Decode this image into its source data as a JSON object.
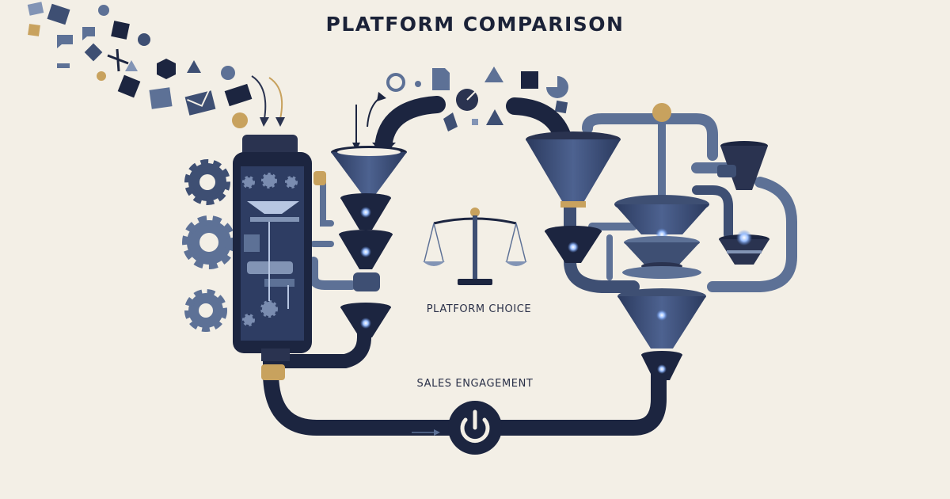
{
  "header": {
    "title": "PLATFORM COMPARISON"
  },
  "labels": {
    "platform_choice": "PLATFORM CHOICE",
    "sales_engagement": "SALES ENGAGEMENT"
  },
  "colors": {
    "background": "#f3efe6",
    "navy": "#1c2540",
    "slate": "#3e4f73",
    "steel": "#5d7196",
    "gold": "#c8a25e",
    "glow": "#7fa8ee"
  },
  "icons": [
    "gear-icon",
    "scale-icon",
    "power-icon",
    "funnel-icon",
    "envelope-icon",
    "document-icon",
    "arrow-icon"
  ]
}
